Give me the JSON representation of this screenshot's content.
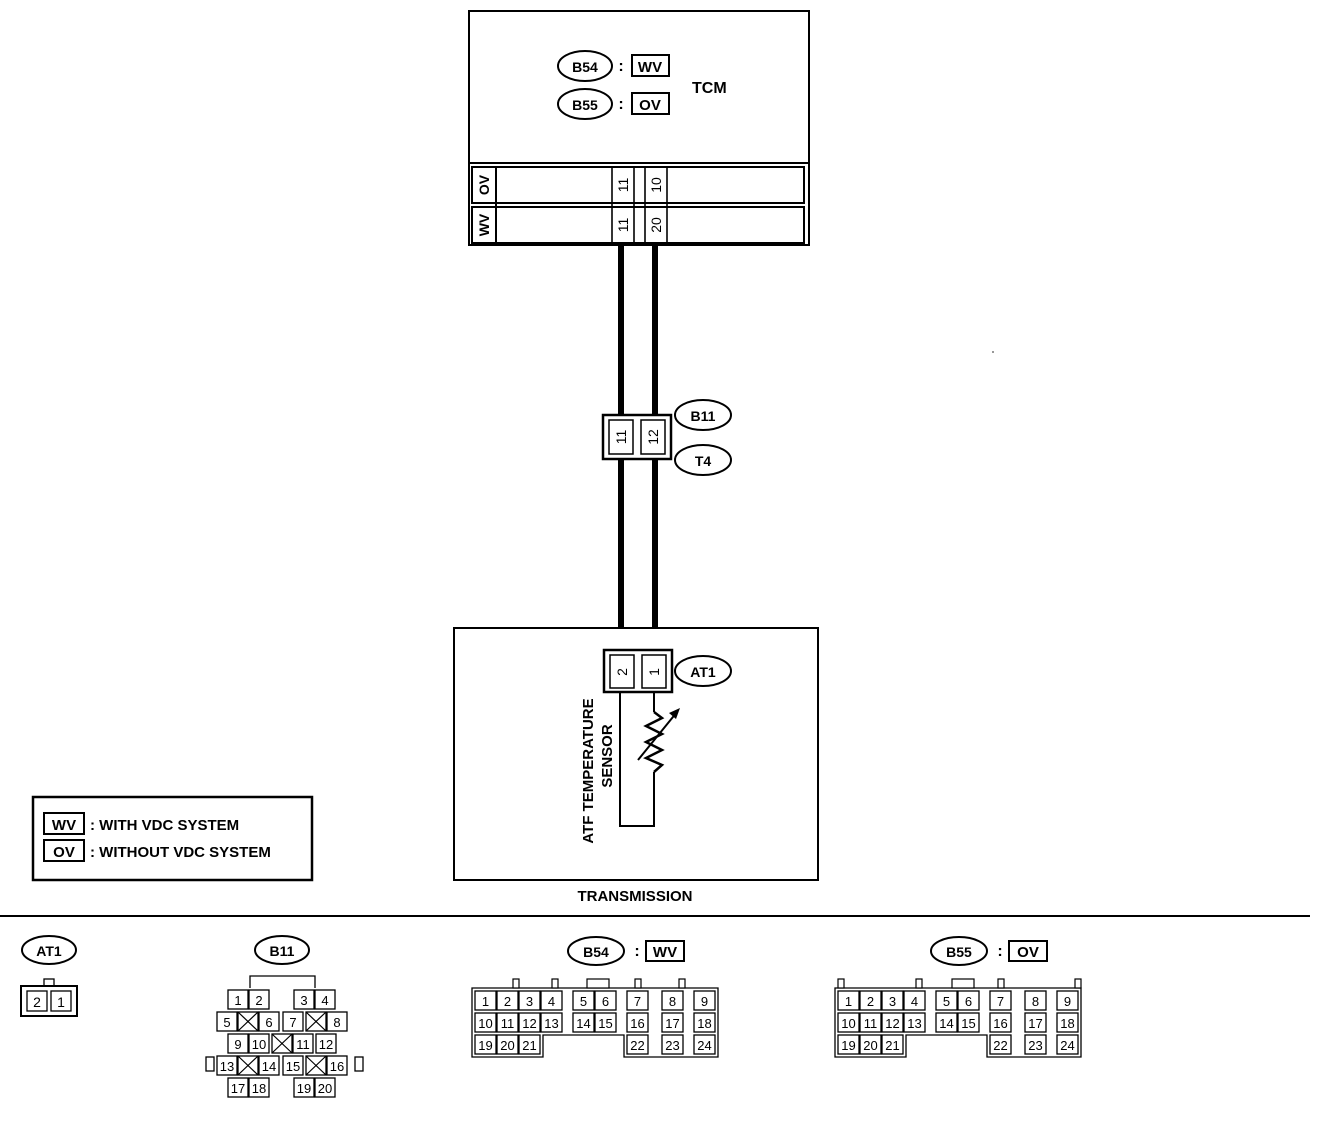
{
  "tcm": {
    "title": "TCM",
    "connectors": [
      {
        "id": "B54",
        "variant": "WV"
      },
      {
        "id": "B55",
        "variant": "OV"
      }
    ],
    "variant_rows": [
      {
        "variant": "OV",
        "pins": [
          "11",
          "10"
        ]
      },
      {
        "variant": "WV",
        "pins": [
          "11",
          "20"
        ]
      }
    ]
  },
  "intermediate_connector": {
    "ids": [
      "B11",
      "T4"
    ],
    "pins": [
      "11",
      "12"
    ]
  },
  "transmission": {
    "title": "TRANSMISSION",
    "connector": {
      "id": "AT1",
      "pins": [
        "2",
        "1"
      ]
    },
    "sensor_lines": [
      "ATF TEMPERATURE",
      "SENSOR"
    ]
  },
  "legend": [
    {
      "code": "WV",
      "text": ": WITH VDC SYSTEM"
    },
    {
      "code": "OV",
      "text": ": WITHOUT VDC SYSTEM"
    }
  ],
  "separator": ":",
  "connector_views": {
    "at1": {
      "label": "AT1",
      "pins": [
        "2",
        "1"
      ]
    },
    "b11": {
      "label": "B11",
      "rows": [
        [
          "1",
          "2",
          "3",
          "4"
        ],
        [
          "5",
          "6",
          "7",
          "8"
        ],
        [
          "9",
          "10",
          "11",
          "12"
        ],
        [
          "13",
          "14",
          "15",
          "16"
        ],
        [
          "17",
          "18",
          "19",
          "20"
        ]
      ]
    },
    "b54": {
      "label": "B54",
      "variant": "WV",
      "rows": [
        [
          "1",
          "2",
          "3",
          "4",
          "5",
          "6",
          "7",
          "8",
          "9"
        ],
        [
          "10",
          "11",
          "12",
          "13",
          "14",
          "15",
          "16",
          "17",
          "18"
        ],
        [
          "19",
          "20",
          "21",
          "22",
          "23",
          "24"
        ]
      ]
    },
    "b55": {
      "label": "B55",
      "variant": "OV",
      "rows": [
        [
          "1",
          "2",
          "3",
          "4",
          "5",
          "6",
          "7",
          "8",
          "9"
        ],
        [
          "10",
          "11",
          "12",
          "13",
          "14",
          "15",
          "16",
          "17",
          "18"
        ],
        [
          "19",
          "20",
          "21",
          "22",
          "23",
          "24"
        ]
      ]
    }
  }
}
